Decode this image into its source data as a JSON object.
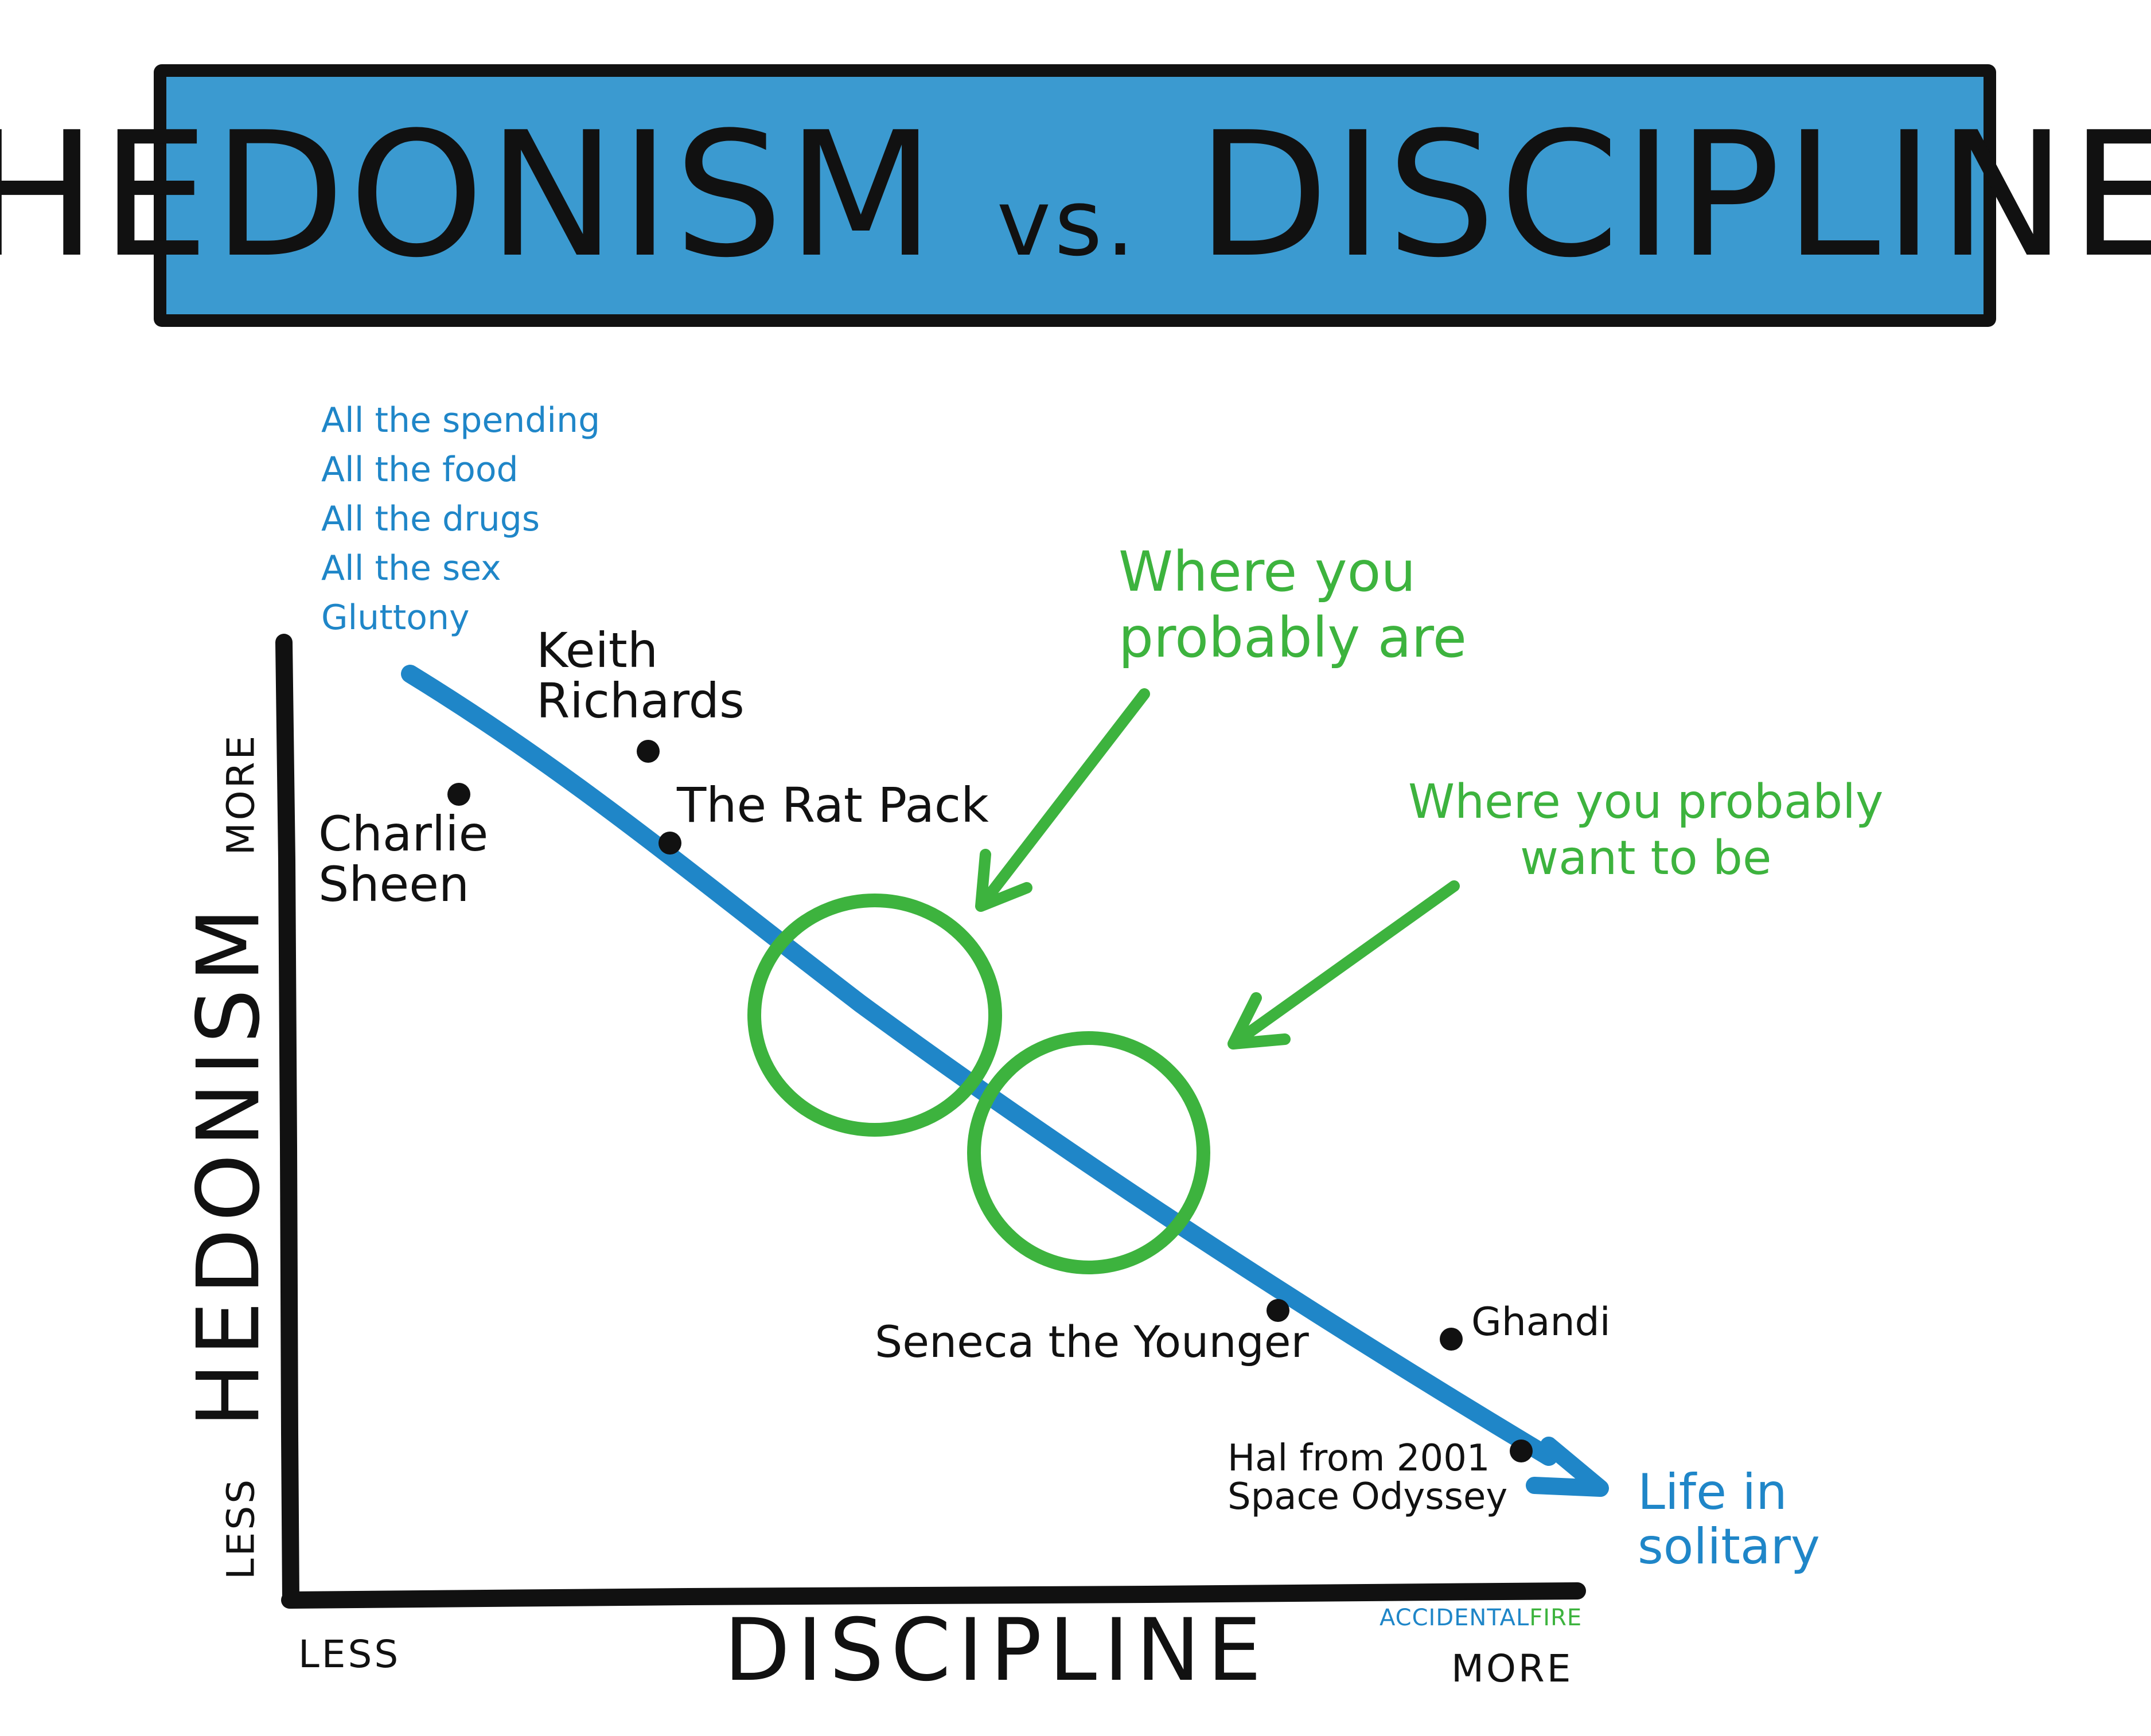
{
  "title": {
    "part1": "HEDONISM",
    "part2": "vs.",
    "part3": "DISCIPLINE"
  },
  "axes": {
    "x_title": "DISCIPLINE",
    "y_title": "HEDONISM",
    "x_less": "LESS",
    "x_more": "MORE",
    "y_less": "LESS",
    "y_more": "MORE"
  },
  "hedonism_extreme": [
    "All the spending",
    "All the food",
    "All the drugs",
    "All the sex",
    "Gluttony"
  ],
  "trend_end_label": [
    "Life in",
    "solitary"
  ],
  "annotations": {
    "current": [
      "Where you",
      "probably are"
    ],
    "target": [
      "Where you probably",
      "want to be"
    ]
  },
  "people": [
    {
      "label": "Keith Richards",
      "lines": [
        "Keith",
        "Richards"
      ]
    },
    {
      "label": "Charlie Sheen",
      "lines": [
        "Charlie",
        "Sheen"
      ]
    },
    {
      "label": "The Rat Pack",
      "lines": [
        "The Rat Pack"
      ]
    },
    {
      "label": "Seneca the Younger",
      "lines": [
        "Seneca the Younger"
      ]
    },
    {
      "label": "Ghandi",
      "lines": [
        "Ghandi"
      ]
    },
    {
      "label": "Hal from 2001 Space Odyssey",
      "lines": [
        "Hal from 2001",
        "Space Odyssey"
      ]
    }
  ],
  "brand": {
    "part1": "ACCIDENTAL",
    "part2": "FIRE"
  },
  "colors": {
    "banner": "#3b9ad0",
    "trend": "#1f86c8",
    "annotation": "#3db33e",
    "ink": "#111111"
  }
}
